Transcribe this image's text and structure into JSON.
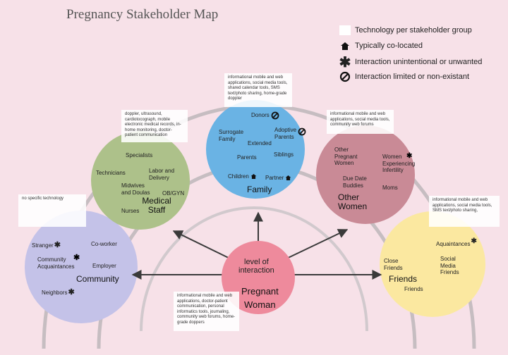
{
  "title": "Pregnancy Stakeholder Map",
  "legend": [
    {
      "icon": "white-square-icon",
      "label": "Technology per stakeholder group"
    },
    {
      "icon": "house-icon",
      "label": "Typically co-located"
    },
    {
      "icon": "asterisk-icon",
      "label": "Interaction unintentional or unwanted"
    },
    {
      "icon": "no-symbol-icon",
      "label": "Interaction limited or non-existant"
    }
  ],
  "colors": {
    "background": "#f7e1e8",
    "community": "#c4c2e8",
    "medical": "#adc18a",
    "family": "#6ab3e4",
    "other_women": "#c98a96",
    "friends": "#fbe8a0",
    "center": "#ee8a9c",
    "arcs": "#b9b4b6",
    "arrows": "#3a3a3a"
  },
  "center": {
    "line1": "level of",
    "line2": "interaction",
    "title1": "Pregnant",
    "title2": "Woman"
  },
  "groups": {
    "family": {
      "label": "Family",
      "tech": "informational mobile and web applications, social media tools, shared calendar tools, SMS text/photo sharing, home-grade doppler",
      "members": {
        "donors": "Donors",
        "surrogate": "Surrogate Family",
        "adoptive": "Adoptive Parents",
        "extended": "Extended",
        "parents": "Parents",
        "siblings": "Siblings",
        "children": "Children",
        "partner": "Partner"
      }
    },
    "medical": {
      "label": "Medical Staff",
      "tech": "doppler, ultrasound, cardiotocograph, mobile electronic medical records, in-home monitoring, doctor-patient communication",
      "members": {
        "specialists": "Specialists",
        "technicians": "Technicians",
        "labor": "Labor and Delivery",
        "midwives": "Midwives and Doulas",
        "obgyn": "OB/GYN",
        "nurses": "Nurses"
      }
    },
    "community": {
      "label": "Community",
      "tech": "no specific technology",
      "members": {
        "stranger": "Stranger",
        "coworker": "Co-worker",
        "acquaintances": "Community Acquaintances",
        "employer": "Employer",
        "neighbors": "Neighbors"
      }
    },
    "other_women": {
      "label": "Other Women",
      "tech": "informational mobile and web applications, social media tools, community web forums",
      "members": {
        "pregnant": "Other Pregnant Women",
        "infertility": "Women Experiencing Infertility",
        "buddies": "Due Date Buddies",
        "moms": "Moms"
      }
    },
    "friends": {
      "label": "Friends",
      "tech": "informational mobile and web applications, social media tools, SMS text/photo sharing,",
      "members": {
        "acquaintances": "Aquaintances",
        "close": "Close Friends",
        "social": "Social Media Friends",
        "friends": "Friends"
      }
    },
    "pregnant_woman": {
      "tech": "informational mobile and web applications, doctor-patient communication, personal informatics tools, journaling, community web forums, home-grade doppers"
    }
  }
}
